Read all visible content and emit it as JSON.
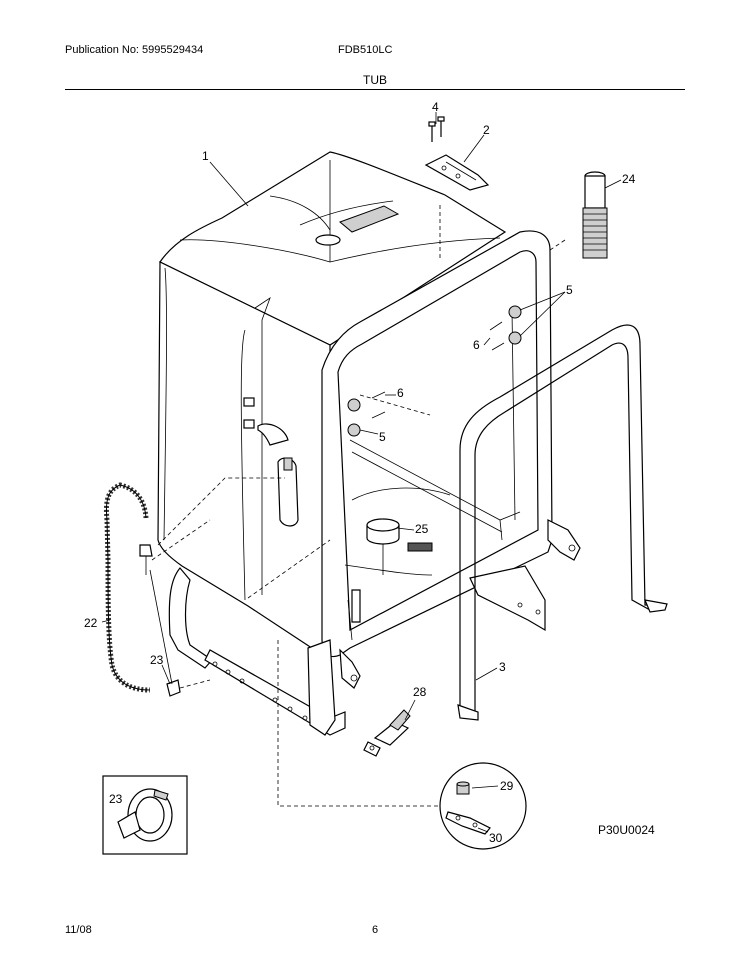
{
  "header": {
    "publication": "Publication No: 5995529434",
    "model": "FDB510LC",
    "section_title": "TUB"
  },
  "footer": {
    "date": "11/08",
    "page": "6"
  },
  "diagram_code": "P30U0024",
  "callouts": {
    "c1": "1",
    "c2": "2",
    "c3": "3",
    "c4": "4",
    "c5a": "5",
    "c5b": "5",
    "c6a": "6",
    "c6b": "6",
    "c22": "22",
    "c23a": "23",
    "c23b": "23",
    "c24": "24",
    "c25": "25",
    "c28": "28",
    "c29": "29",
    "c30": "30"
  }
}
